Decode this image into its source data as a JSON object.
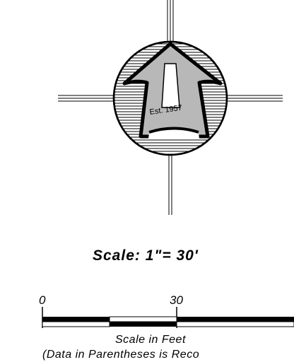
{
  "logo": {
    "established": "Est. 1957"
  },
  "scale": {
    "statement": "Scale: 1\"= 30'",
    "bar_start": "0",
    "bar_mid": "30",
    "caption": "Scale in Feet",
    "note": "(Data in Parentheses is Reco"
  }
}
